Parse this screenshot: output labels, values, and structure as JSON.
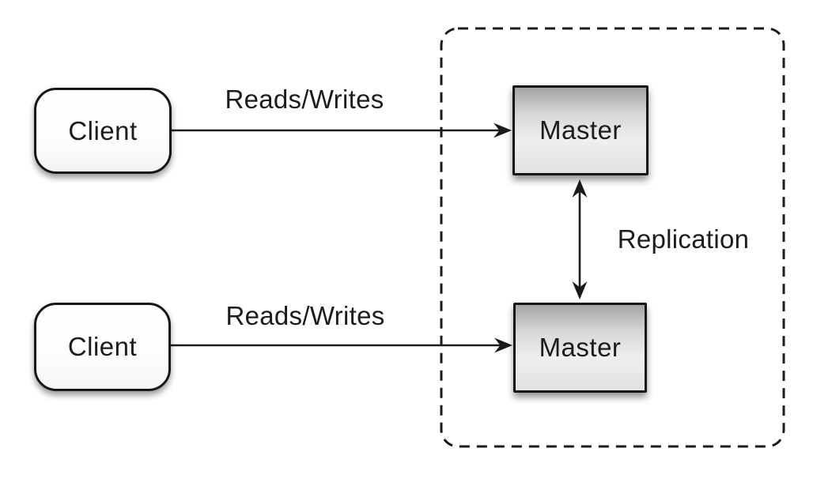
{
  "diagram": {
    "description": "Master-master replication architecture diagram",
    "boundary": {
      "name": "replication-zone",
      "style": "dashed-rounded-rectangle"
    },
    "nodes": {
      "client_top": {
        "label": "Client",
        "shape": "rounded-rect",
        "fill": "#ffffff"
      },
      "client_bottom": {
        "label": "Client",
        "shape": "rounded-rect",
        "fill": "#ffffff"
      },
      "master_top": {
        "label": "Master",
        "shape": "rect",
        "fill_gradient_top": "#a4a4a4",
        "fill_gradient_bottom": "#e1e1e1"
      },
      "master_bottom": {
        "label": "Master",
        "shape": "rect",
        "fill_gradient_top": "#a4a4a4",
        "fill_gradient_bottom": "#e1e1e1"
      }
    },
    "edges": {
      "reads_writes_top": {
        "label": "Reads/Writes",
        "from": "client_top",
        "to": "master_top",
        "direction": "one-way-right"
      },
      "reads_writes_bottom": {
        "label": "Reads/Writes",
        "from": "client_bottom",
        "to": "master_bottom",
        "direction": "one-way-right"
      },
      "replication": {
        "label": "Replication",
        "from": "master_top",
        "to": "master_bottom",
        "direction": "two-way-vertical"
      }
    },
    "colors": {
      "background": "#ffffff",
      "stroke": "#1b1b1b",
      "text": "#1c1c1c"
    }
  }
}
